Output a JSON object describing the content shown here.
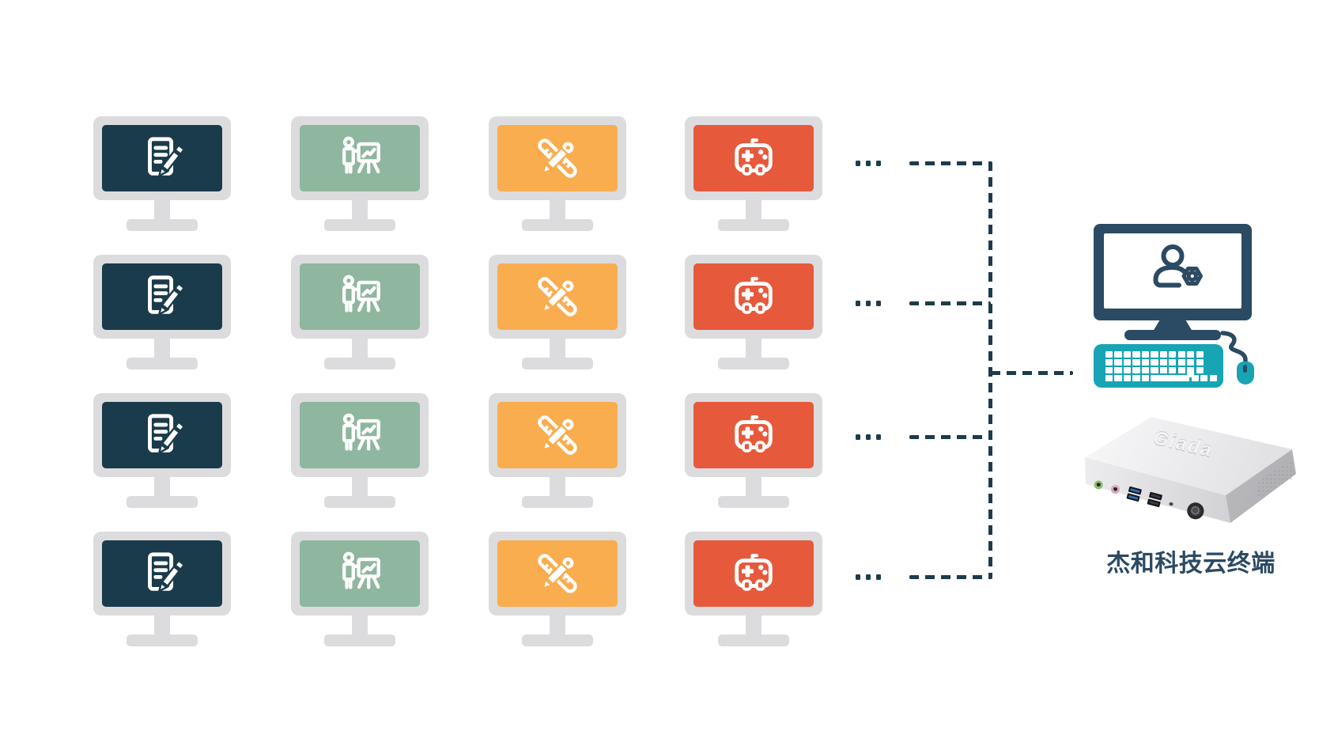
{
  "grid": {
    "rows": 4,
    "ellipsis": "...",
    "bezel_color": "#dcdcde",
    "columns": [
      {
        "id": "office",
        "icon": "document-edit-icon",
        "screen_color": "#1a3b4b"
      },
      {
        "id": "presentation",
        "icon": "presenter-chart-icon",
        "screen_color": "#8fb69f"
      },
      {
        "id": "design",
        "icon": "ruler-pencil-icon",
        "screen_color": "#f9ad4e"
      },
      {
        "id": "gaming",
        "icon": "gamepad-icon",
        "screen_color": "#e7593b"
      }
    ]
  },
  "connector": {
    "style": "dashed",
    "color": "#1c3c4d"
  },
  "terminal": {
    "label": "杰和科技云终端",
    "device_logo": "Giada",
    "monitor_color": "#2b4a63",
    "screen_icon": "user-gear-icon",
    "peripheral_color": "#17a4b5",
    "ports": {
      "audio_out": "#8fbf6a",
      "mic": "#daa8ba",
      "usb3": "#2f6fb7",
      "usb2": "#3a3a40"
    }
  }
}
